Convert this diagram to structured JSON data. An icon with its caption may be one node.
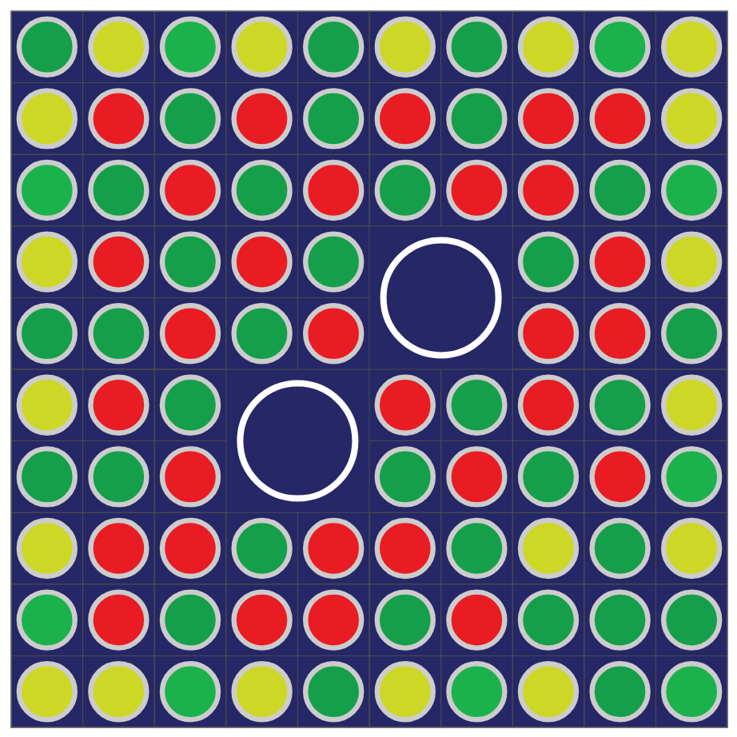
{
  "diagram": {
    "nodes": [
      {
        "text": [],
        "shape": "circle"
      },
      {
        "text": [],
        "shape": "circle"
      },
      {
        "text": [],
        "shape": "circle"
      },
      {
        "text": [],
        "shape": "circle"
      },
      {
        "text": [],
        "shape": "circle"
      },
      {
        "text": [],
        "shape": "circle"
      },
      {
        "text": [],
        "shape": "circle"
      },
      {
        "text": [],
        "shape": "circle"
      },
      {
        "text": [],
        "shape": "circle"
      },
      {
        "text": [],
        "shape": "circle"
      },
      {
        "text": [],
        "shape": "circle"
      },
      {
        "text": [],
        "shape": "circle"
      },
      {
        "text": [],
        "shape": "circle"
      },
      {
        "text": [],
        "shape": "circle"
      },
      {
        "text": [],
        "shape": "circle"
      },
      {
        "text": [],
        "shape": "circle"
      },
      {
        "text": [],
        "shape": "circle"
      },
      {
        "text": [],
        "shape": "circle"
      },
      {
        "text": [],
        "shape": "circle"
      },
      {
        "text": [],
        "shape": "circle"
      },
      {
        "text": [],
        "shape": "circle"
      },
      {
        "text": [],
        "shape": "circle"
      },
      {
        "text": [],
        "shape": "circle"
      },
      {
        "text": [],
        "shape": "circle"
      },
      {
        "text": [],
        "shape": "circle"
      },
      {
        "text": [],
        "shape": "circle"
      },
      {
        "text": [],
        "shape": "circle"
      },
      {
        "text": [],
        "shape": "circle"
      },
      {
        "text": [],
        "shape": "circle"
      },
      {
        "text": [],
        "shape": "circle"
      },
      {
        "text": [],
        "shape": "circle"
      },
      {
        "text": [],
        "shape": "circle"
      },
      {
        "text": [],
        "shape": "circle"
      },
      {
        "text": [],
        "shape": "circle"
      },
      {
        "text": [],
        "shape": "circle"
      },
      {
        "text": [],
        "shape": "circle"
      },
      {
        "text": [],
        "shape": "circle"
      },
      {
        "text": [],
        "shape": "circle"
      },
      {
        "text": [],
        "shape": "circle"
      },
      {
        "text": [],
        "shape": "circle"
      },
      {
        "text": [],
        "shape": "circle"
      },
      {
        "text": [],
        "shape": "circle"
      },
      {
        "text": [],
        "shape": "circle"
      },
      {
        "text": [],
        "shape": "circle"
      },
      {
        "text": [],
        "shape": "circle"
      },
      {
        "text": [],
        "shape": "circle"
      },
      {
        "text": [],
        "shape": "circle"
      },
      {
        "text": [],
        "shape": "circle"
      },
      {
        "text": [],
        "shape": "circle"
      },
      {
        "text": [],
        "shape": "circle"
      },
      {
        "text": [],
        "shape": "circle"
      },
      {
        "text": [],
        "shape": "circle"
      },
      {
        "text": [],
        "shape": "circle"
      },
      {
        "text": [],
        "shape": "circle"
      },
      {
        "text": [],
        "shape": "circle"
      },
      {
        "text": [],
        "shape": "circle"
      },
      {
        "text": [],
        "shape": "circle"
      },
      {
        "text": [],
        "shape": "circle"
      },
      {
        "text": [],
        "shape": "circle"
      },
      {
        "text": [],
        "shape": "circle"
      },
      {
        "text": [],
        "shape": "circle"
      },
      {
        "text": [],
        "shape": "circle"
      },
      {
        "text": [],
        "shape": "circle"
      },
      {
        "text": [],
        "shape": "circle"
      },
      {
        "text": [],
        "shape": "circle"
      },
      {
        "text": [],
        "shape": "circle"
      },
      {
        "text": [],
        "shape": "circle"
      },
      {
        "text": [],
        "shape": "circle"
      },
      {
        "text": [],
        "shape": "circle"
      },
      {
        "text": [],
        "shape": "circle"
      },
      {
        "text": [],
        "shape": "circle"
      },
      {
        "text": [],
        "shape": "circle"
      },
      {
        "text": [],
        "shape": "circle"
      },
      {
        "text": [],
        "shape": "circle"
      },
      {
        "text": [],
        "shape": "circle"
      },
      {
        "text": [],
        "shape": "circle"
      },
      {
        "text": [],
        "shape": "circle"
      },
      {
        "text": [],
        "shape": "circle"
      },
      {
        "text": [],
        "shape": "circle"
      },
      {
        "text": [],
        "shape": "circle"
      },
      {
        "text": [],
        "shape": "circle"
      },
      {
        "text": [],
        "shape": "circle"
      },
      {
        "text": [],
        "shape": "circle"
      },
      {
        "text": [],
        "shape": "circle"
      },
      {
        "text": [],
        "shape": "circle"
      },
      {
        "text": [],
        "shape": "circle"
      },
      {
        "text": [],
        "shape": "circle"
      },
      {
        "text": [],
        "shape": "circle"
      },
      {
        "text": [],
        "shape": "circle"
      },
      {
        "text": [],
        "shape": "circle"
      },
      {
        "text": [],
        "shape": "circle"
      },
      {
        "text": [],
        "shape": "circle"
      },
      {
        "text": [],
        "shape": "circle"
      },
      {
        "text": [],
        "shape": "circle"
      }
    ]
  }
}
